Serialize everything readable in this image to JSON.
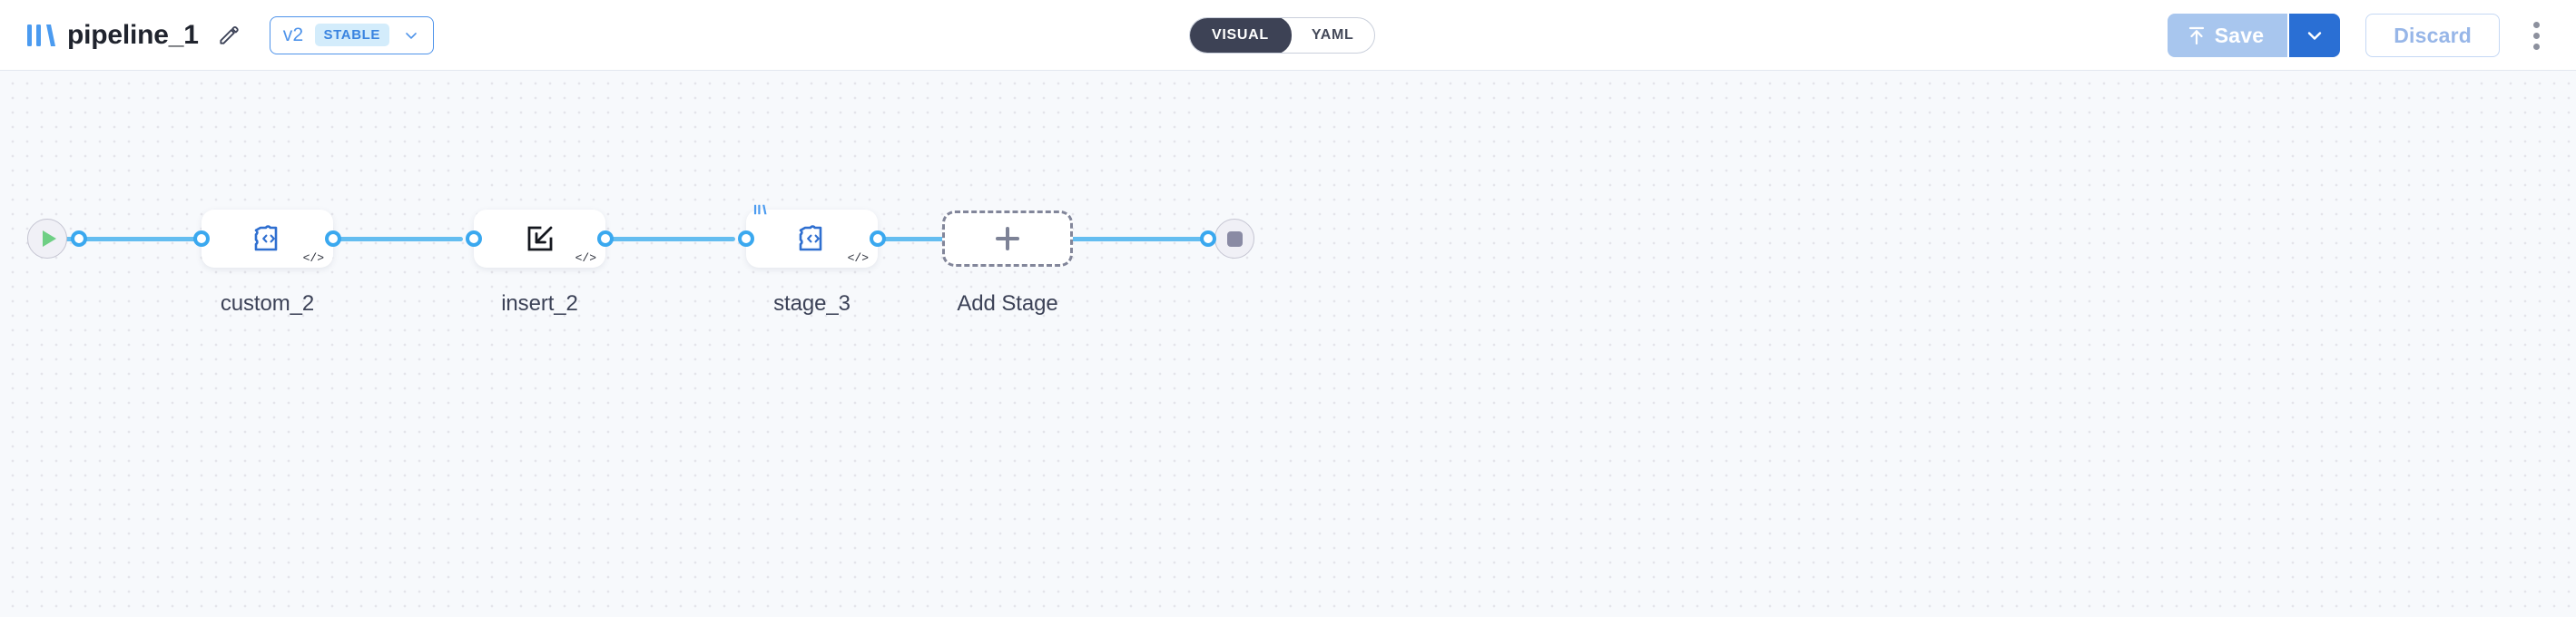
{
  "header": {
    "brand_logo_icon": "bars-logo-icon",
    "pipeline_name": "pipeline_1",
    "edit_icon": "pencil-icon",
    "version": {
      "label": "v2",
      "badge": "STABLE",
      "chevron_icon": "chevron-down-icon"
    },
    "mode_toggle": {
      "options": [
        "VISUAL",
        "YAML"
      ],
      "selected": "VISUAL"
    },
    "actions": {
      "save_label": "Save",
      "save_icon": "upload-arrow-icon",
      "save_caret_icon": "chevron-down-icon",
      "discard_label": "Discard",
      "overflow_icon": "kebab-menu-icon"
    }
  },
  "canvas": {
    "start_node": {
      "name": "start",
      "icon": "play-icon"
    },
    "end_node": {
      "name": "end",
      "icon": "stop-icon"
    },
    "add_stage": {
      "label": "Add Stage",
      "icon": "plus-icon"
    },
    "stages": [
      {
        "label": "custom_2",
        "icon": "puzzle-code-icon",
        "badge": "</>",
        "has_corner_logo": false
      },
      {
        "label": "insert_2",
        "icon": "import-arrow-icon",
        "badge": "</>",
        "has_corner_logo": false
      },
      {
        "label": "stage_3",
        "icon": "puzzle-code-icon",
        "badge": "</>",
        "has_corner_logo": true
      }
    ]
  },
  "colors": {
    "accent_blue": "#3aa8ef",
    "edge_blue": "#64bdf0",
    "primary_blue": "#2a6fd4",
    "save_disabled": "#a8c6ee",
    "toggle_active": "#3d4255",
    "canvas_bg": "#f7f9fc",
    "node_icon_blue": "#2f6fd0",
    "label_text": "#3c4257"
  }
}
